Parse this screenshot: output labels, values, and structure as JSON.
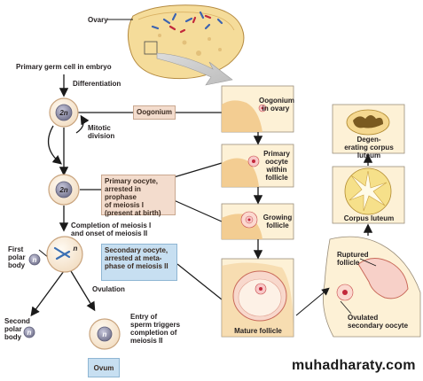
{
  "labels": {
    "ovary": "Ovary",
    "primary_germ_cell": "Primary germ cell in embryo",
    "differentiation": "Differentiation",
    "mitotic_division": "Mitotic\ndivision",
    "completion_meiosis": "Completion of meiosis I\nand onset of meiosis II",
    "first_polar_body": "First\npolar\nbody",
    "ovulation": "Ovulation",
    "second_polar_body": "Second\npolar\nbody",
    "entry_sperm": "Entry of\nsperm triggers\ncompletion of\nmeiosis II"
  },
  "boxes": {
    "oogonium": "Oogonium",
    "primary_oocyte": "Primary oocyte,\narrested in prophase\nof meiosis I\n(present at birth)",
    "secondary_oocyte": "Secondary oocyte,\narrested at meta-\nphase of meiosis II",
    "ovum": "Ovum"
  },
  "cells": {
    "oogonium_2n": "2n",
    "primary_2n": "2n",
    "secondary_n": "n",
    "first_polar_n": "n",
    "ovum_n": "n",
    "second_polar_n": "n"
  },
  "panels": {
    "oogonium_in_ovary": "Oogonium\nin ovary",
    "primary_within_follicle": "Primary\noocyte\nwithin\nfollicle",
    "growing_follicle": "Growing\nfollicle",
    "mature_follicle": "Mature follicle",
    "degenerating_corpus_luteum": "Degen-\nerating corpus luteum",
    "corpus_luteum": "Corpus luteum",
    "ruptured_follicle": "Ruptured\nfollicle",
    "ovulated_secondary_oocyte": "Ovulated\nsecondary oocyte"
  },
  "watermark": "muhadharaty.com",
  "colors": {
    "peach_box": "#f3dccd",
    "blue_box": "#c7dff1",
    "panel_bg": "#fdf1d6",
    "tissue": "#f2c98b",
    "cell_fill": "#fbeede",
    "nucleus": "#9a9ab0"
  }
}
